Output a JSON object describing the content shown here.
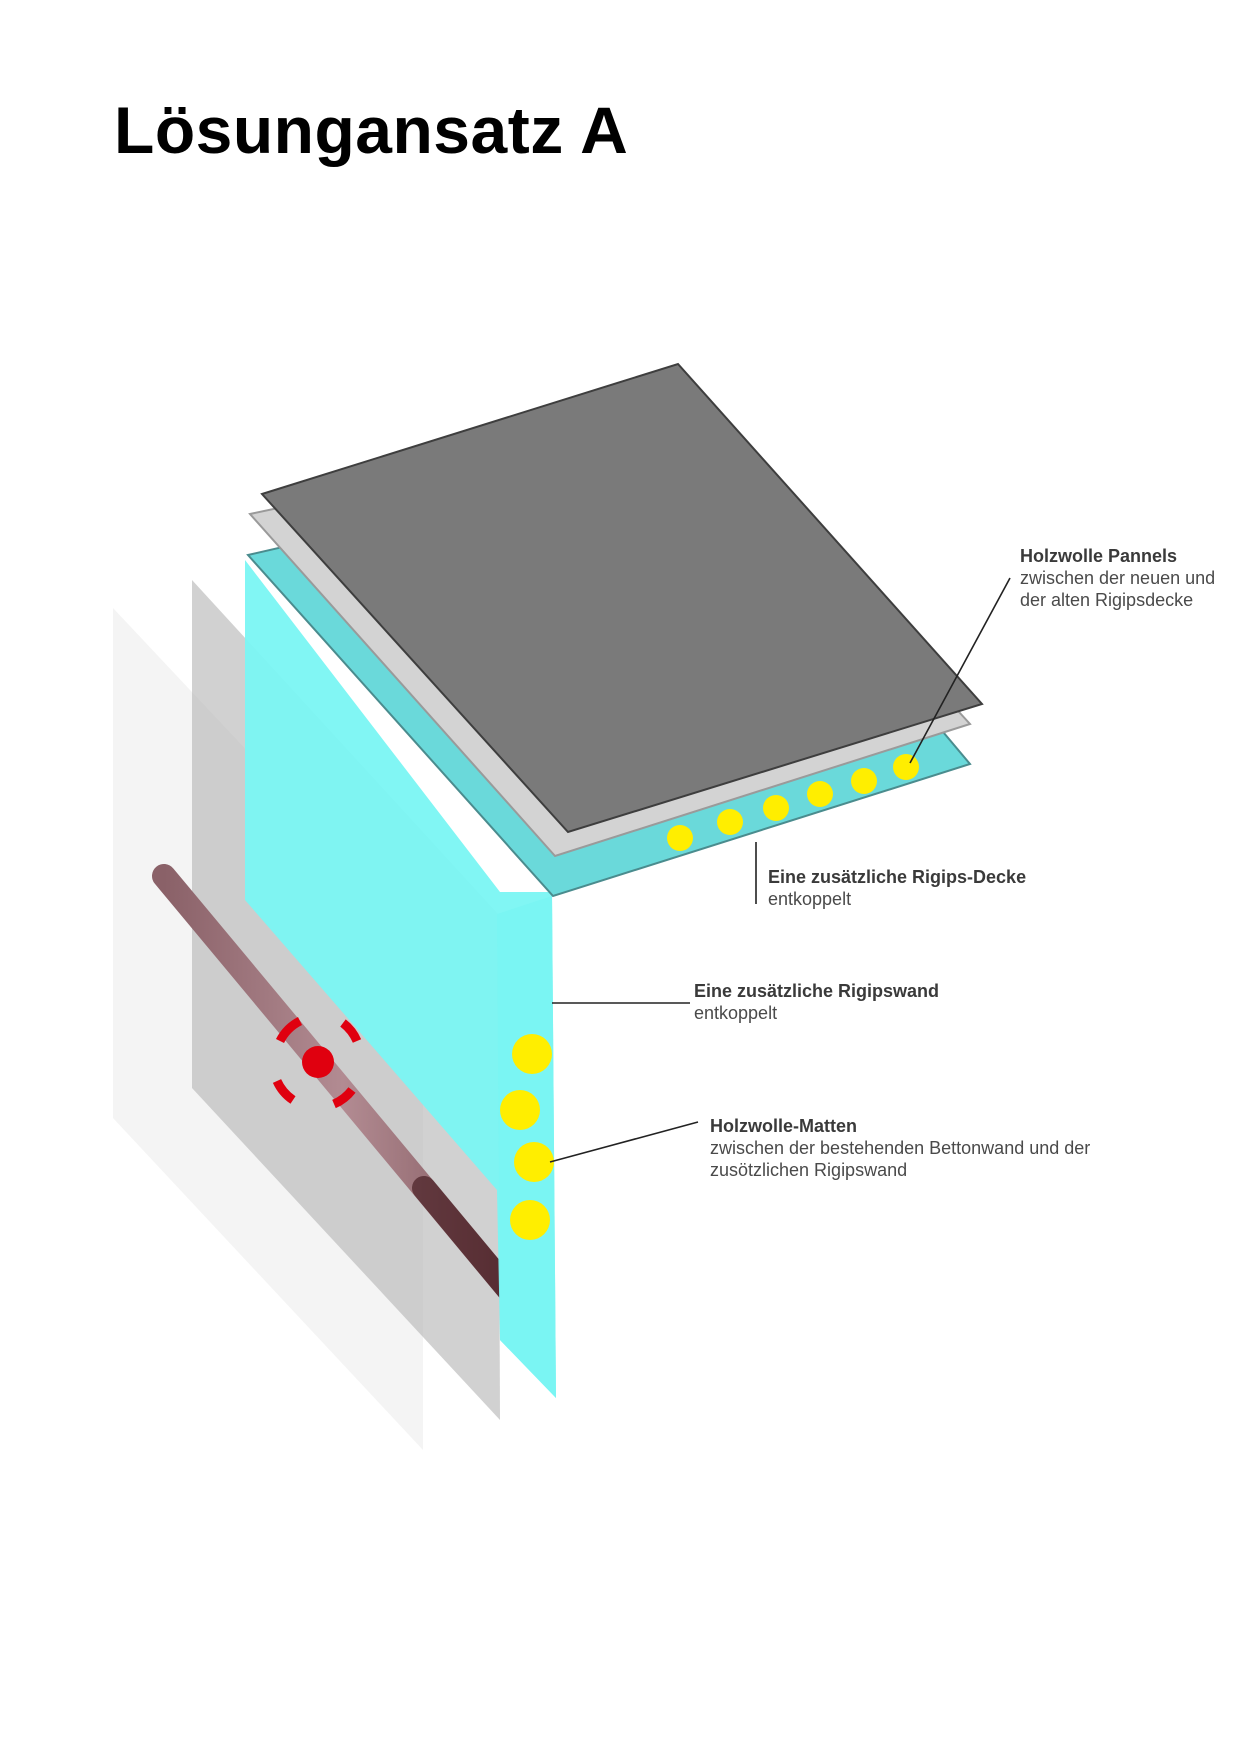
{
  "title": "Lösungansatz A",
  "labels": {
    "pannels": {
      "title": "Holzwolle Pannels",
      "description": "zwischen der neuen und der alten Rigipsdecke"
    },
    "rigips_decke": {
      "title": "Eine zusätzliche Rigips-Decke",
      "description": "entkoppelt"
    },
    "rigipswand": {
      "title": "Eine zusätzliche Rigipswand",
      "description": "entkoppelt"
    },
    "matten": {
      "title": "Holzwolle-Matten",
      "description": "zwischen der bestehenden Bettonwand und der zusötzlichen Rigipswand"
    }
  },
  "colors": {
    "ceiling_top": "#7a7a7a",
    "ceiling_mid": "#d3d3d3",
    "cyan_face": "#7af5f3",
    "cyan_under": "#6ad9da",
    "insulation": "#ffee00",
    "wall_back": "#f4f4f4",
    "wall_mid": "#b4b4b4",
    "pipe": "#a37880",
    "source_marker": "#e0000f"
  },
  "icons": {
    "source_marker": "sound-source-icon"
  }
}
